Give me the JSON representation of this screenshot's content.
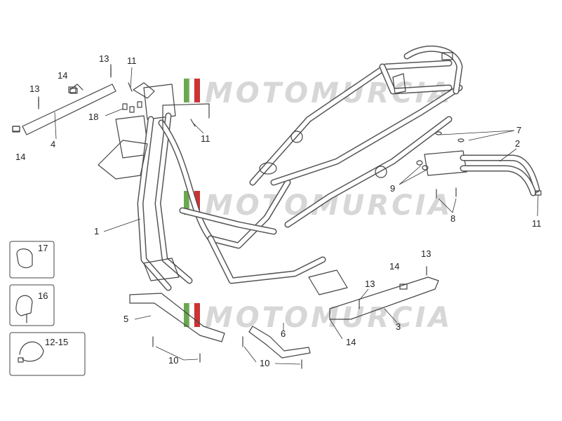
{
  "watermark": {
    "text": "MOTOMURCIA",
    "flag_colors": [
      "#6aa84f",
      "#ffffff",
      "#cc3333"
    ]
  },
  "callouts": {
    "c1": "1",
    "c2": "2",
    "c3": "3",
    "c4": "4",
    "c5": "5",
    "c6": "6",
    "c7": "7",
    "c8": "8",
    "c9": "9",
    "c10a": "10",
    "c10b": "10",
    "c11a": "11",
    "c11b": "11",
    "c11c": "11",
    "c13a": "13",
    "c13b": "13",
    "c13c": "13",
    "c13d": "13",
    "c14a": "14",
    "c14b": "14",
    "c14c": "14",
    "c14d": "14",
    "c17": "17",
    "c16": "16",
    "c1215": "12-15",
    "c18": "18"
  },
  "icons": {
    "frame": "main-frame-drawing",
    "clip": "clip-icon",
    "clamp": "clamp-icon",
    "ring-clamp": "ring-clamp-icon",
    "screw": "screw-icon"
  }
}
